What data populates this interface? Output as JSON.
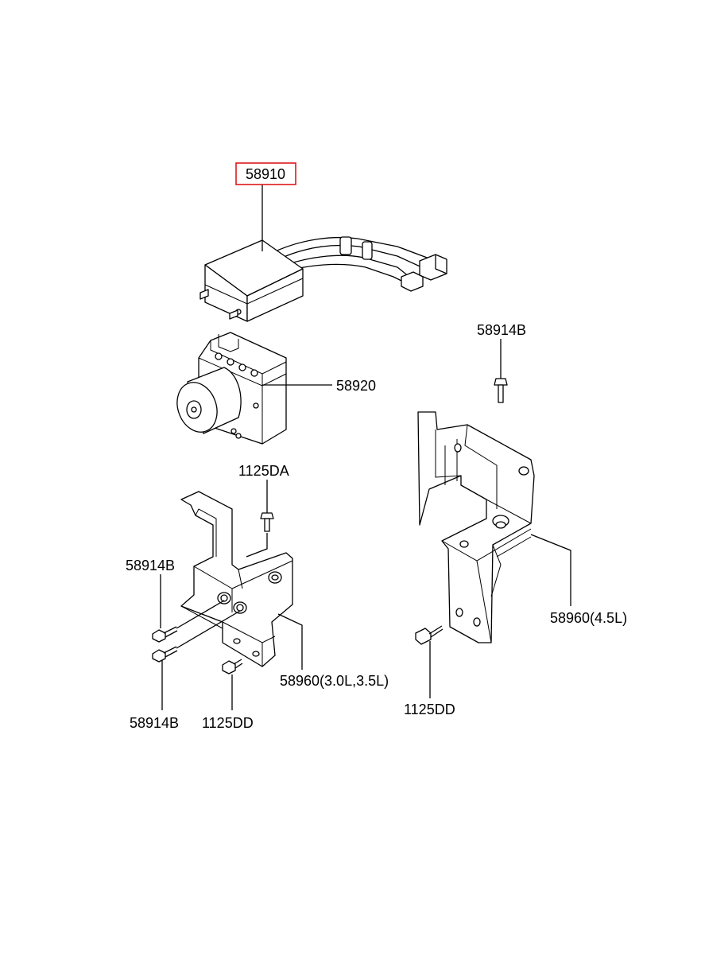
{
  "parts": {
    "ecu_module": {
      "code": "58910",
      "highlight_color": "#e0181b"
    },
    "hydraulic_unit": {
      "code": "58920"
    },
    "bolt_top_right": {
      "code": "58914B"
    },
    "bolt_left_top": {
      "code": "1125DA"
    },
    "bolt_left_a": {
      "code": "58914B"
    },
    "bolt_left_b": {
      "code": "58914B"
    },
    "screw_left": {
      "code": "1125DD"
    },
    "bracket_small": {
      "code": "58960(3.0L,3.5L)"
    },
    "bracket_large": {
      "code": "58960(4.5L)"
    },
    "screw_right": {
      "code": "1125DD"
    }
  }
}
